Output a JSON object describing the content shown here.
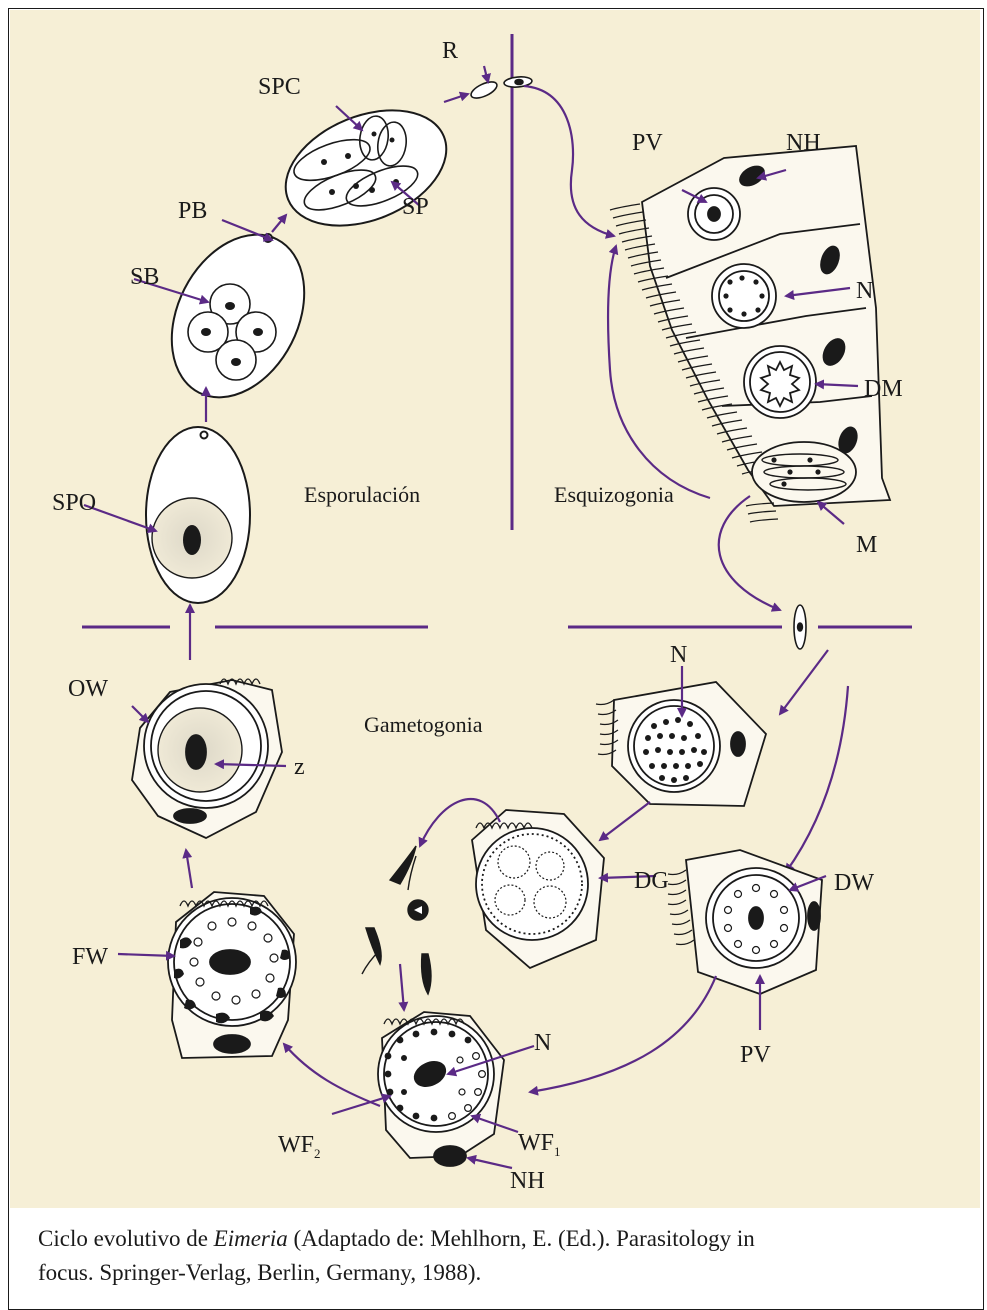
{
  "labels": {
    "R": "R",
    "SPC": "SPC",
    "SP": "SP",
    "PB": "PB",
    "SB": "SB",
    "SPO": "SPO",
    "PV_top": "PV",
    "NH_top": "NH",
    "N_top": "N",
    "DM": "DM",
    "M": "M",
    "N_mid": "N",
    "DW": "DW",
    "DG": "DG",
    "PV_bottom": "PV",
    "OW": "OW",
    "z": "z",
    "FW": "FW",
    "N_bottom": "N",
    "WF2_main": "WF",
    "WF2_sub": "2",
    "WF1_main": "WF",
    "WF1_sub": "1",
    "NH_bottom": "NH"
  },
  "phases": {
    "sporulation": "Esporulación",
    "schizogony": "Esquizogonia",
    "gametogony": "Gametogonia"
  },
  "caption": {
    "prefix": "Ciclo evolutivo de ",
    "genus": "Eimeria",
    "line1_rest": " (Adaptado de: Mehlhorn, E. (Ed.). Parasitology in",
    "line2": "focus. Springer-Verlag, Berlin, Germany, 1988)."
  },
  "colors": {
    "background": "#f6efd6",
    "arrow": "#5b2a86",
    "ink": "#1a1a1a"
  }
}
